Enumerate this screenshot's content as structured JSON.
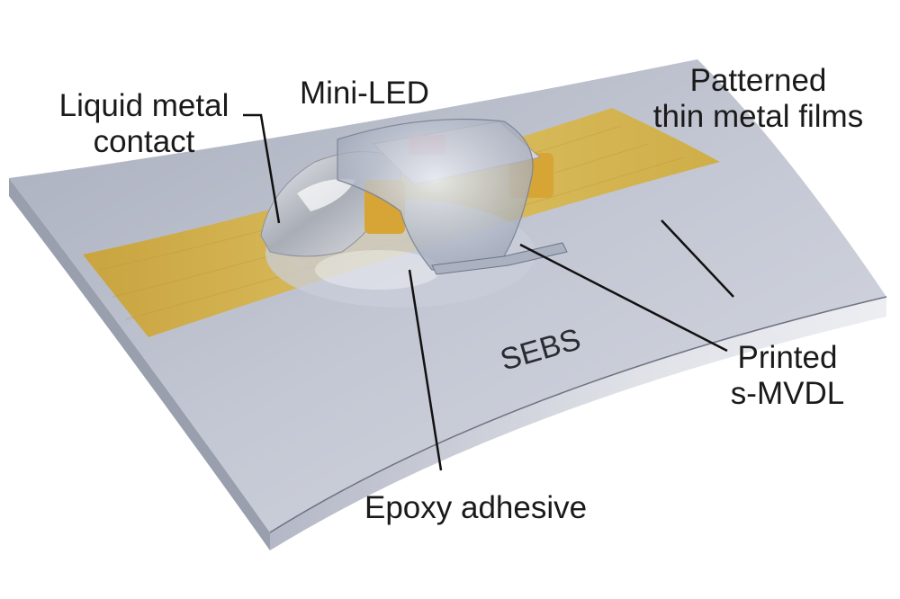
{
  "labels": {
    "liquid_metal": {
      "line1": "Liquid metal",
      "line2": "contact"
    },
    "mini_led": "Mini-LED",
    "patterned": {
      "line1": "Patterned",
      "line2": "thin metal films"
    },
    "sebs": "SEBS",
    "printed": {
      "line1": "Printed",
      "line2": "s-MVDL"
    },
    "epoxy": "Epoxy adhesive"
  },
  "colors": {
    "substrate_top": "#b9bdc9",
    "substrate_side": "#d2d5de",
    "metal_film": "#d9b850",
    "label_text": "#1a1a1a",
    "leader_line": "#111111"
  }
}
